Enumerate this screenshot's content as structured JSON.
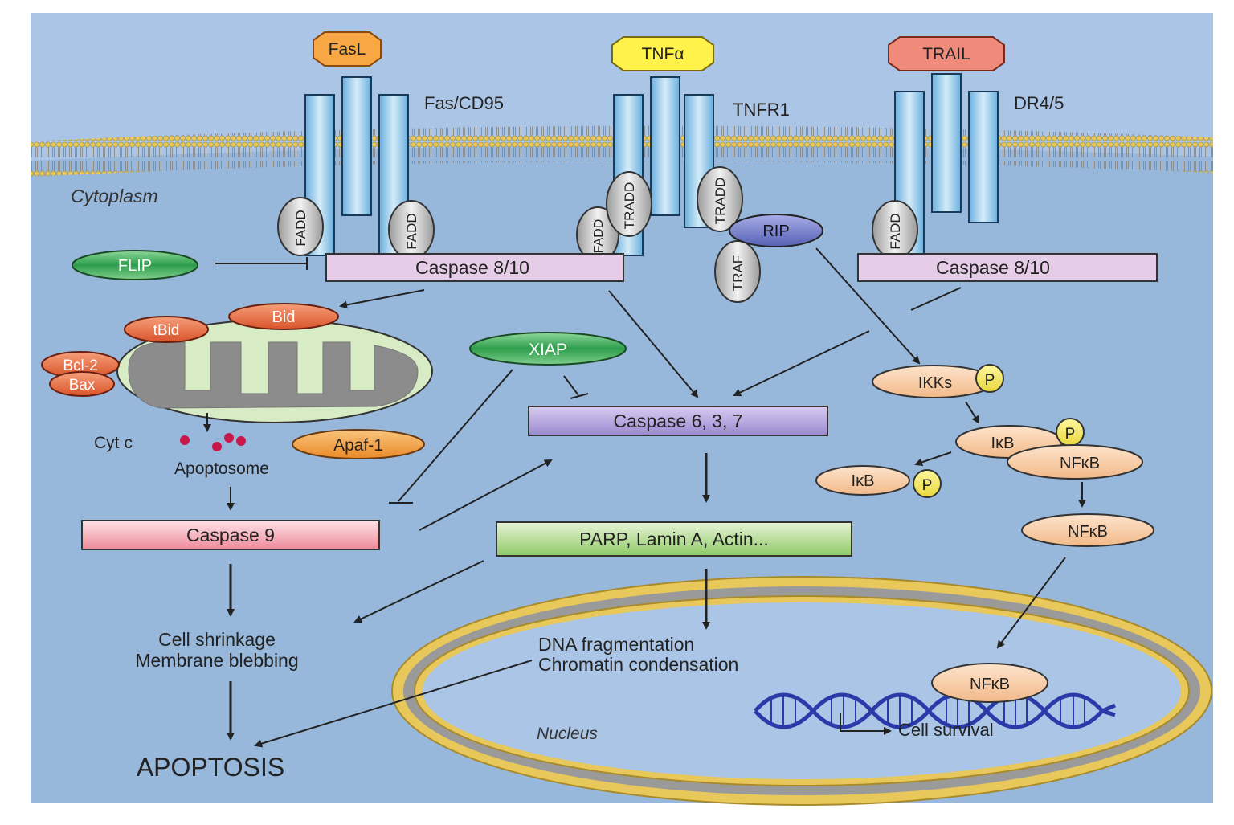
{
  "ligands": {
    "fasl": "FasL",
    "tnf": "TNFα",
    "trail": "TRAIL"
  },
  "receptors": {
    "fas": "Fas/CD95",
    "tnfr1": "TNFR1",
    "dr": "DR4/5"
  },
  "compartments": {
    "cytoplasm": "Cytoplasm",
    "nucleus": "Nucleus"
  },
  "adaptors": {
    "fadd": "FADD",
    "tradd": "TRADD",
    "traf": "TRAF",
    "rip": "RIP"
  },
  "proteins": {
    "flip": "FLIP",
    "caspase_8_10": "Caspase 8/10",
    "bid": "Bid",
    "tbid": "tBid",
    "bcl2": "Bcl-2",
    "bax": "Bax",
    "xiap": "XIAP",
    "caspase_637": "Caspase 6, 3, 7",
    "cytc": "Cyt c",
    "apaf1": "Apaf-1",
    "apoptosome": "Apoptosome",
    "caspase_9": "Caspase 9",
    "substrates": "PARP, Lamin A, Actin...",
    "ikks": "IKKs",
    "phospho": "P",
    "ikb": "IκB",
    "nfkb": "NFκB"
  },
  "outcomes": {
    "cell_shrinkage": "Cell shrinkage",
    "membrane_blebbing": "Membrane blebbing",
    "apoptosis": "APOPTOSIS",
    "dna_fragmentation": "DNA fragmentation",
    "chromatin_condensation": "Chromatin condensation",
    "cell_survival": "Cell survival"
  },
  "colors": {
    "background": "#a9c4e4",
    "cytoplasm": "#97b8dc",
    "receptor": "#a8d4ef",
    "caspase_box": "#e6cde7",
    "caspase_637": "#b8a8dc",
    "caspase_9": "#f4a8b3",
    "substrate_box": "#a9d68a",
    "adaptor": "#c9c9c9",
    "rip": "#6e78c4",
    "flip_xiap": "#3aa357",
    "bid_family": "#e86a3a",
    "apaf1": "#f09030",
    "nfkb_family": "#f5c9a0",
    "phospho": "#f2e650",
    "nucleus": "#a9c4e4"
  }
}
